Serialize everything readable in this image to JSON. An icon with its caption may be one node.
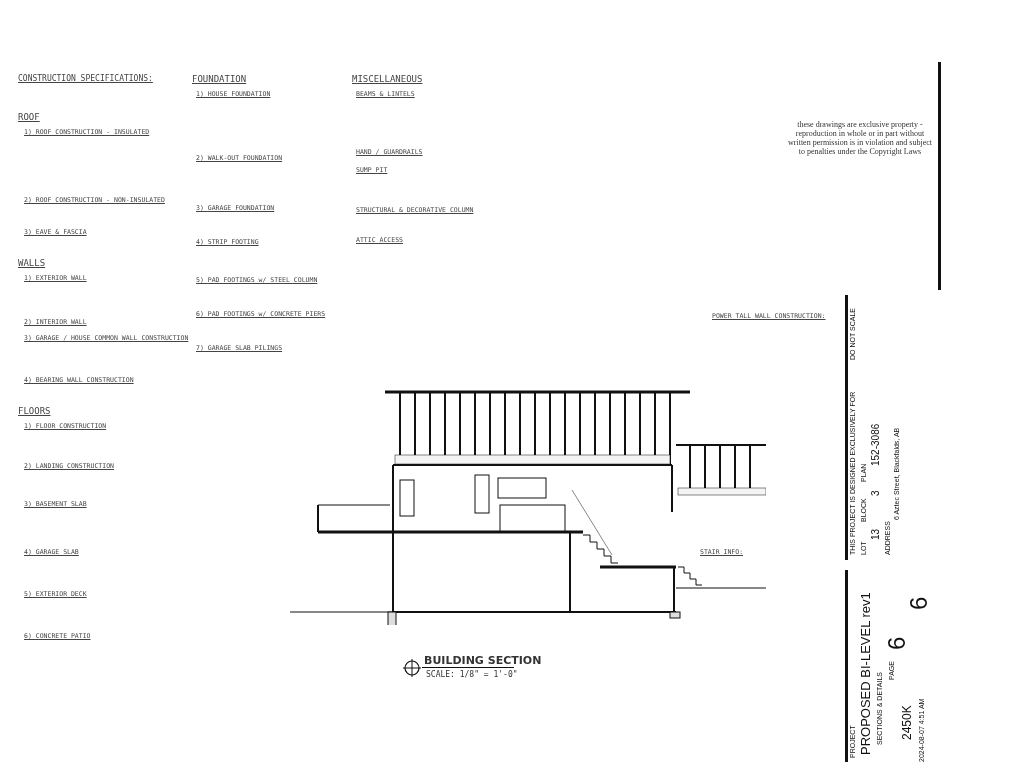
{
  "diagram": {
    "labels": [
      "CONSTRUCTION SPECIFICATIONS:",
      "ROOF",
      "1) ROOF CONSTRUCTION - INSULATED",
      "2) ROOF CONSTRUCTION - NON-INSULATED",
      "3) EAVE & FASCIA",
      "WALLS",
      "1) EXTERIOR WALL",
      "2) INTERIOR WALL",
      "3) GARAGE / HOUSE COMMON WALL CONSTRUCTION",
      "4) BEARING WALL CONSTRUCTION",
      "FLOORS",
      "1) FLOOR CONSTRUCTION",
      "2) LANDING CONSTRUCTION",
      "3) BASEMENT SLAB",
      "4) GARAGE SLAB",
      "5) EXTERIOR DECK",
      "6) CONCRETE PATIO",
      "FOUNDATION",
      "1) HOUSE FOUNDATION",
      "2) WALK-OUT FOUNDATION",
      "3) GARAGE FOUNDATION",
      "4) STRIP FOOTING",
      "5) PAD FOOTINGS w/ STEEL COLUMN",
      "6) PAD FOOTINGS w/ CONCRETE PIERS",
      "7) GARAGE SLAB PILINGS",
      "MISCELLANEOUS",
      "BEAMS & LINTELS",
      "HAND / GUARDRAILS",
      "SUMP PIT",
      "STRUCTURAL & DECORATIVE COLUMN",
      "ATTIC ACCESS",
      "POWER TALL WALL CONSTRUCTION:",
      "STAIR INFO:",
      "BUILDING SECTION",
      "SCALE: 1/8\" = 1'-0\"",
      "these drawings are exclusive property - reproduction in whole or in part without written permission is in violation and subject to penalties under the Copyright Laws",
      "DO NOT SCALE",
      "THIS PROJECT IS DESIGNED EXCLUSIVELY FOR",
      "LOT",
      "13",
      "BLOCK",
      "3",
      "PLAN",
      "152-3086",
      "ADDRESS",
      "6 Aztec Street, Blackfalds, AB",
      "PROJECT",
      "PROPOSED BI-LEVEL rev1",
      "SECTIONS & DETAILS",
      "PAGE",
      "6",
      "6",
      "2450K",
      "2024-08-07 4:51 AM"
    ]
  }
}
